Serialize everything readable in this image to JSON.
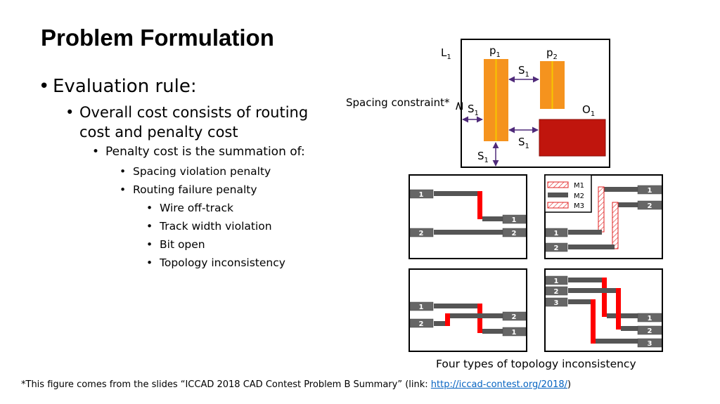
{
  "slide": {
    "title": "Problem Formulation",
    "bullets": {
      "l1": "Evaluation rule:",
      "l2": "Overall cost consists of routing cost and penalty cost",
      "l2_line1": "Overall cost consists of routing",
      "l2_line2": "cost and penalty cost",
      "l3": "Penalty cost is the summation of:",
      "l4": [
        "Spacing violation penalty",
        "Routing failure penalty"
      ],
      "l5": [
        "Wire off-track",
        "Track width violation",
        "Bit open",
        "Topology inconsistency"
      ]
    },
    "caption": "Four types of topology inconsistency",
    "footnote": {
      "prefix": "*This figure comes from the slides “ICCAD 2018 CAD Contest Problem B Summary” (link: ",
      "link": "http://iccad-contest.org/2018/",
      "suffix": ")"
    }
  },
  "figure": {
    "layer_label": "L",
    "pin_label": "p",
    "spacing_label": "S",
    "obstacle_label": "O",
    "subscript_1": "1",
    "subscript_2": "2",
    "constraint_label": "Spacing constraint*",
    "geq_symbol": "≥",
    "colors": {
      "pin": "#f5931e",
      "pin_stripe": "#f7c600",
      "obstacle": "#c0150d",
      "arrow": "#4f2a7a",
      "wire": "#555555",
      "violation": "#ff0000",
      "badge": "#666666"
    }
  },
  "panels": {
    "legend": [
      "M1",
      "M2",
      "M3"
    ],
    "p1": {
      "left": [
        "1",
        "2"
      ],
      "right": [
        "1",
        "2"
      ]
    },
    "p2": {
      "left": [
        "1",
        "2"
      ],
      "right": [
        "1",
        "2"
      ]
    },
    "p3": {
      "left": [
        "1",
        "2"
      ],
      "right": [
        "2",
        "1"
      ]
    },
    "p4": {
      "left": [
        "1",
        "2",
        "3"
      ],
      "right": [
        "1",
        "2",
        "3"
      ]
    }
  }
}
